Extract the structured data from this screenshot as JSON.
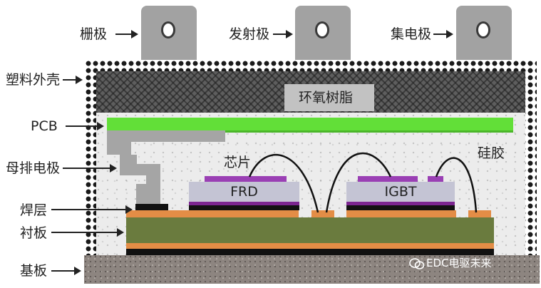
{
  "terminals": {
    "gate": "栅极",
    "emitter": "发射极",
    "collector": "集电极"
  },
  "side_labels": {
    "housing": "塑料外壳",
    "pcb": "PCB",
    "busbar": "母排电极",
    "solder": "焊层",
    "substrate": "衬板",
    "baseplate": "基板"
  },
  "inner_labels": {
    "epoxy": "环氧树脂",
    "chip": "芯片",
    "silicone_gel": "硅胶",
    "frd": "FRD",
    "igbt": "IGBT"
  },
  "watermark": {
    "text": "EDC电驱未来",
    "icon": "wechat-icon"
  },
  "colors": {
    "pcb": "#62df38",
    "epoxy": "#5e5e5e",
    "copper": "#e38d46",
    "ceramic": "#6a7b3e",
    "chip_metal": "#9a3fb4",
    "chip_body": "#c4c4d4",
    "gel": "#ececec",
    "terminal": "#a2a2a2"
  }
}
